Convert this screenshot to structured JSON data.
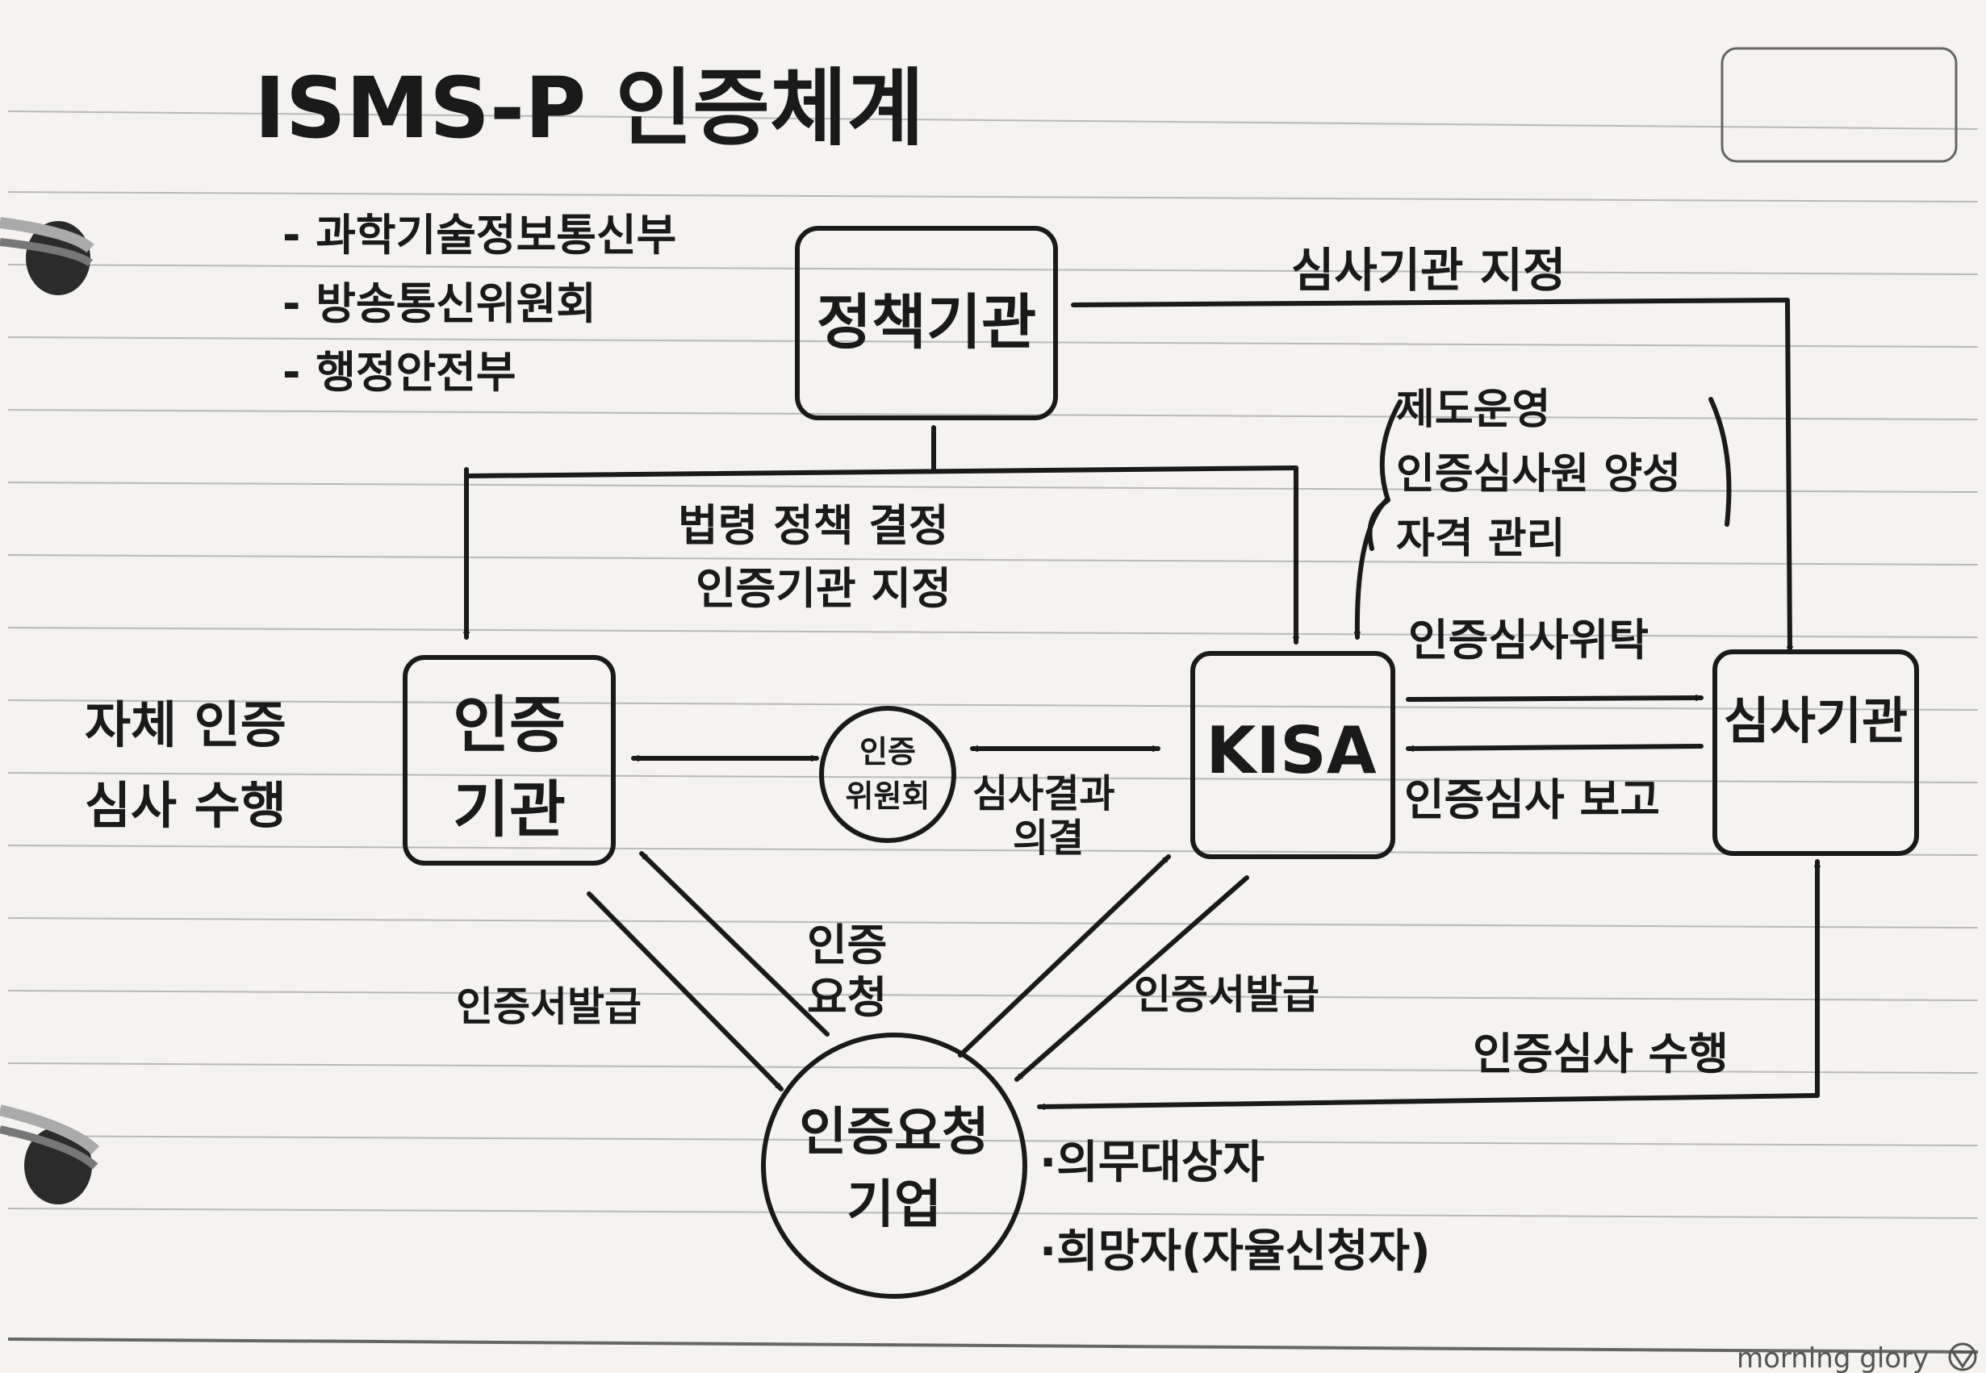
{
  "title": "ISMS-P 인증체계",
  "nodes": {
    "policy": "정책기관",
    "cert_committee_line1": "인증",
    "cert_committee_line2": "위원회",
    "cert_body_line1": "인증",
    "cert_body_line2": "기관",
    "kisa": "KISA",
    "audit": "심사기관",
    "applicant_line1": "인증요청",
    "applicant_line2": "기업"
  },
  "policy_members": [
    "- 과학기술정보통신부",
    "- 방송통신위원회",
    "- 행정안전부"
  ],
  "side_notes": {
    "self_line1": "자체 인증",
    "self_line2": "심사 수행"
  },
  "edges": {
    "policy_decide_line1": "법령 정책 결정",
    "policy_decide_line2": "인증기관 지정",
    "audit_designate": "심사기관 지정",
    "kisa_role_line1": "제도운영",
    "kisa_role_line2": "인증심사원 양성",
    "kisa_role_line3": "자격 관리",
    "delegate": "인증심사위탁",
    "report": "인증심사 보고",
    "result_line1": "심사결과",
    "result_line2": "의결",
    "request_line1": "인증",
    "request_line2": "요청",
    "issue_left": "인증서발급",
    "issue_right": "인증서발급",
    "perform": "인증심사 수행"
  },
  "applicant_types": [
    "·의무대상자",
    "·희망자(자율신청자)"
  ],
  "brand": "morning glory"
}
